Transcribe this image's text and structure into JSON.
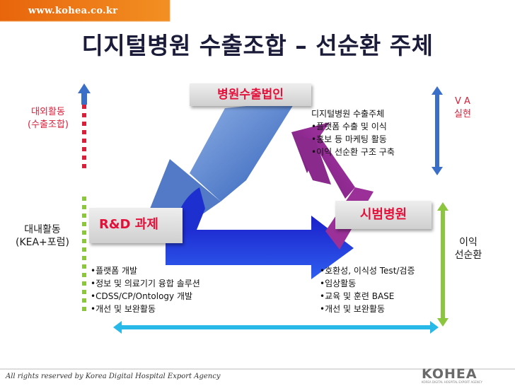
{
  "header": {
    "url": "www.kohea.co.kr",
    "title": "디지털병원 수출조합 – 선순환 주체"
  },
  "left_axis": {
    "top_label_line1": "대외활동",
    "top_label_line2": "(수출조합)",
    "bottom_label_line1": "대내활동",
    "bottom_label_line2": "(KEA+포럼)"
  },
  "right_axis": {
    "top_label_line1": "V A",
    "top_label_line2": "실현",
    "bottom_label_line1": "이익",
    "bottom_label_line2": "선순환"
  },
  "nodes": {
    "top": {
      "label": "병원수출법인",
      "bullets": [
        "디지털병원 수출주체",
        "•플랫폼 수출 및 이식",
        "•홍보 등 마케팅 활동",
        "•이익 선순환 구조 구축"
      ]
    },
    "left": {
      "label": "R&D 과제",
      "bullets": [
        "•플랫폼 개발",
        "•정보 및 의료기기 융합 솔루션",
        "•CDSS/CP/Ontology 개발",
        "•개선 및 보완활동"
      ]
    },
    "right": {
      "label": "시범병원",
      "bullets": [
        "•호환성, 이식성 Test/검증",
        "•임상활동",
        "•교육 및 훈련 BASE",
        "•개선 및 보완활동"
      ]
    }
  },
  "footer": {
    "copyright": "All rights reserved by Korea Digital Hospital Export Agency",
    "logo_text": "KOHEA",
    "logo_subtext": "KOREA DIGITAL HOSPITAL EXPORT AGENCY"
  },
  "colors": {
    "topbar": "#f07a10",
    "red": "#d9203a",
    "blue": "#3a6fc9",
    "green": "#8cc63f",
    "cyan": "#29b9e8",
    "arrow_blue": "#2437d6",
    "arrow_purple": "#8a2a8c",
    "arrow_steel": "#4a78c0"
  }
}
